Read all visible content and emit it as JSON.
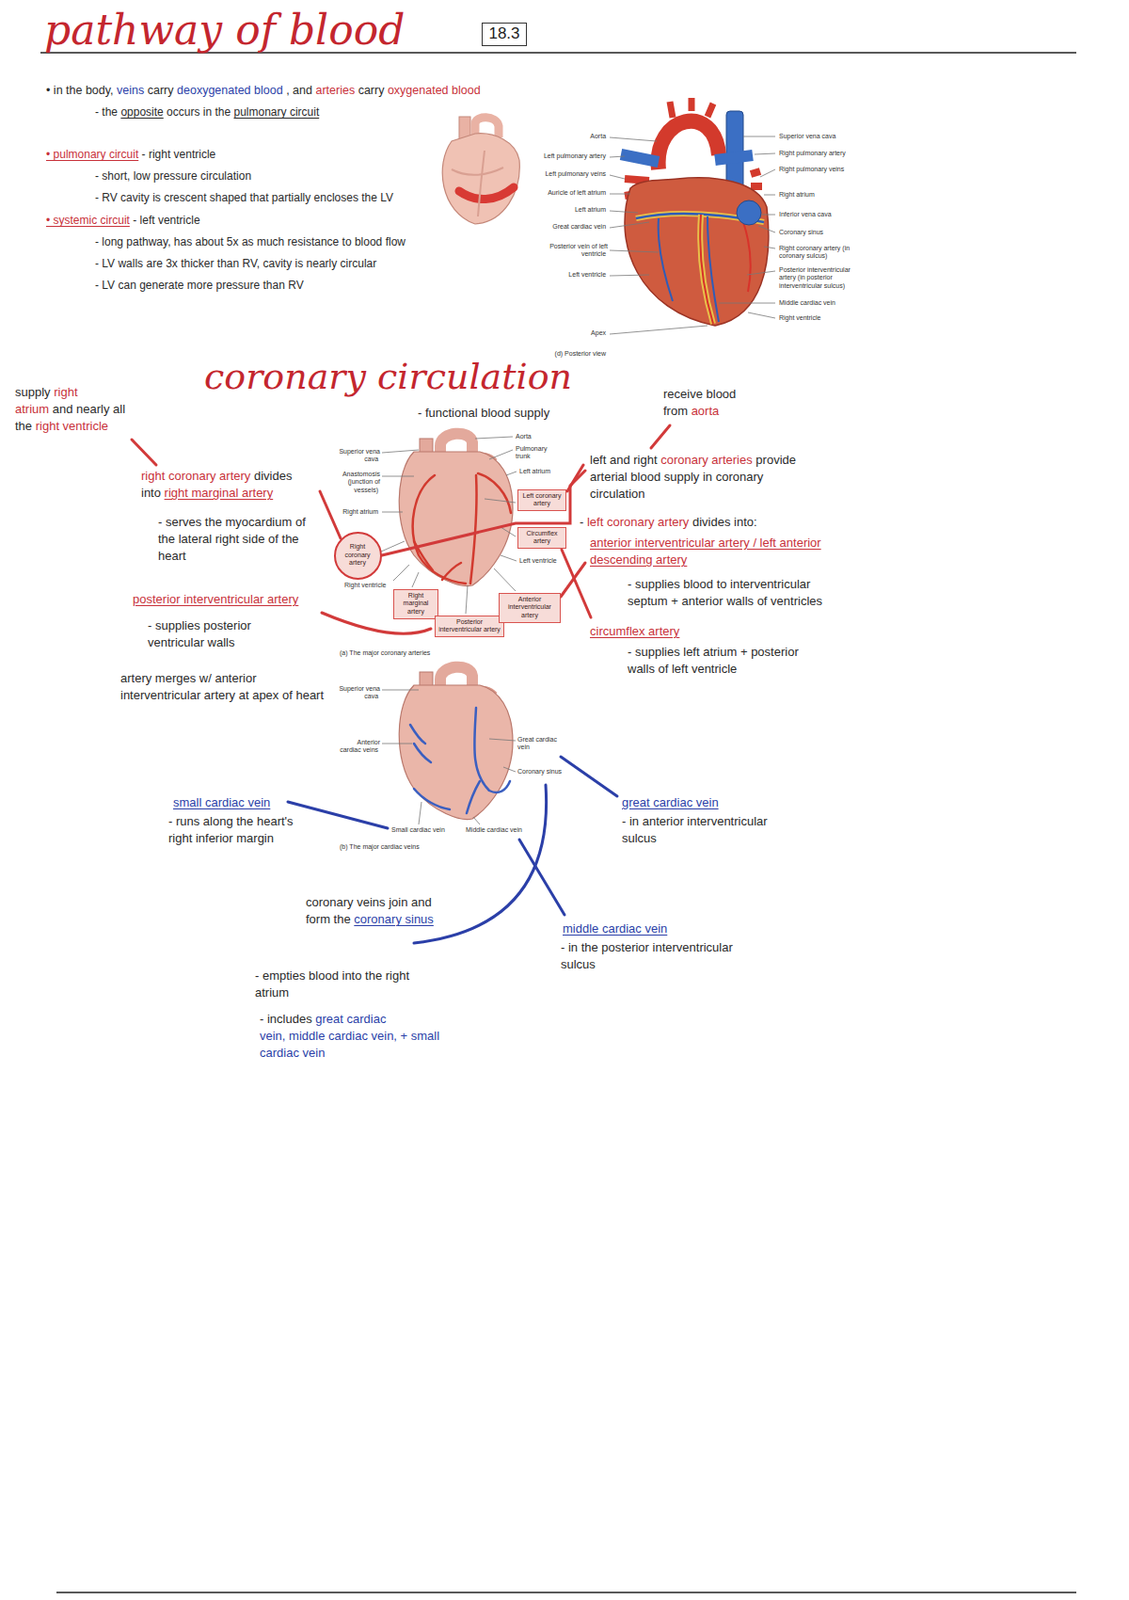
{
  "diagram": {
    "title": "pathway of blood",
    "nodes": [
      {
        "text": [
          "18.3"
        ]
      },
      {
        "text": [
          "Left coronary artery"
        ]
      },
      {
        "text": [
          "Circumflex artery"
        ]
      },
      {
        "text": [
          "Right coronary artery"
        ]
      },
      {
        "text": [
          "Right marginal artery"
        ]
      },
      {
        "text": [
          "Posterior interventricular artery"
        ]
      },
      {
        "text": [
          "Anterior interventricular artery"
        ]
      }
    ],
    "labels": [
      "• in the body,",
      "veins",
      "carry",
      "deoxygenated blood",
      ", and",
      "arteries",
      "carry",
      "oxygenated blood",
      "- the",
      "opposite",
      "occurs in the",
      "pulmonary circuit",
      "• pulmonary circuit",
      "- right ventricle",
      "- short, low pressure circulation",
      "- RV cavity is crescent shaped that partially encloses the LV",
      "• systemic circuit",
      "- left ventricle",
      "- long pathway, has about 5x as much resistance to blood flow",
      "- LV walls are 3x thicker than RV, cavity is nearly circular",
      "- LV can generate more pressure than RV",
      "Aorta",
      "Left pulmonary artery",
      "Left pulmonary veins",
      "Auricle of left atrium",
      "Left atrium",
      "Great cardiac vein",
      "Posterior vein of left ventricle",
      "Left ventricle",
      "Apex",
      "(d) Posterior view",
      "Superior vena cava",
      "Right pulmonary artery",
      "Right pulmonary veins",
      "Right atrium",
      "Inferior vena cava",
      "Coronary sinus",
      "Right coronary artery (in coronary sulcus)",
      "Posterior interventricular artery (in posterior interventricular sulcus)",
      "Middle cardiac vein",
      "Right ventricle",
      "coronary circulation",
      "- functional blood supply",
      "supply",
      "right atrium",
      "and nearly all the",
      "right ventricle",
      "right coronary artery",
      "divides into",
      "right marginal artery",
      "- serves the myocardium of the lateral right side of the heart",
      "posterior interventricular artery",
      "- supplies posterior ventricular walls",
      "artery merges w/ anterior interventricular artery at apex of heart",
      "receive blood from",
      "aorta",
      "left and right",
      "coronary arteries",
      "provide arterial blood supply in coronary circulation",
      "-",
      "left coronary artery",
      "divides into:",
      "anterior interventricular artery / left anterior descending artery",
      "- supplies blood to interventricular septum + anterior walls of ventricles",
      "circumflex artery",
      "- supplies left atrium + posterior walls of left ventricle",
      "Superior vena cava",
      "Anastomosis (junction of vessels)",
      "Right atrium",
      "Right ventricle",
      "Aorta",
      "Pulmonary trunk",
      "Left atrium",
      "Left ventricle",
      "(a) The major coronary arteries",
      "Superior vena cava",
      "Anterior cardiac veins",
      "Great cardiac vein",
      "Coronary sinus",
      "Small cardiac vein",
      "Middle cardiac vein",
      "(b) The major cardiac veins",
      "small cardiac vein",
      "- runs along the heart's right inferior margin",
      "great cardiac vein",
      "- in anterior interventricular sulcus",
      "coronary veins join and form the",
      "coronary sinus",
      "middle cardiac vein",
      "- in the posterior interventricular sulcus",
      "- empties blood into the right atrium",
      "- includes",
      "great cardiac vein,",
      "middle cardiac vein, + small cardiac vein"
    ]
  }
}
